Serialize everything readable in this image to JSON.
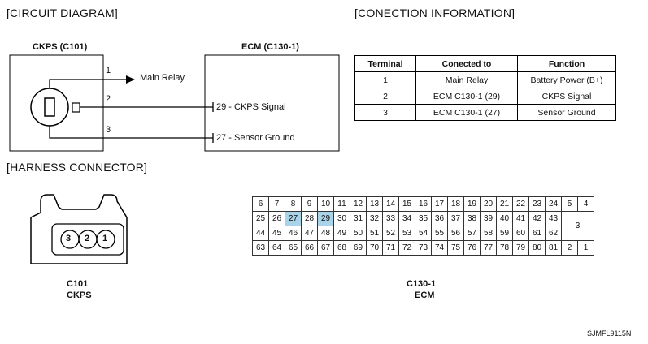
{
  "headers": {
    "circuit": "[CIRCUIT DIAGRAM]",
    "connection": "[CONECTION INFORMATION]",
    "harness": "[HARNESS CONNECTOR]"
  },
  "circuit": {
    "ckps_label": "CKPS (C101)",
    "ecm_label": "ECM (C130-1)",
    "pin1": "1",
    "pin2": "2",
    "pin3": "3",
    "main_relay": "Main Relay",
    "ecm_pin1": "29 - CKPS Signal",
    "ecm_pin2": "27 - Sensor Ground"
  },
  "conn_table": {
    "headers": [
      "Terminal",
      "Conected to",
      "Function"
    ],
    "rows": [
      [
        "1",
        "Main Relay",
        "Battery Power (B+)"
      ],
      [
        "2",
        "ECM C130-1 (29)",
        "CKPS Signal"
      ],
      [
        "3",
        "ECM C130-1 (27)",
        "Sensor Ground"
      ]
    ]
  },
  "c101": {
    "pins": [
      "3",
      "2",
      "1"
    ],
    "caption1": "C101",
    "caption2": "CKPS"
  },
  "ecm_connector": {
    "row1": [
      "6",
      "7",
      "8",
      "9",
      "10",
      "11",
      "12",
      "13",
      "14",
      "15",
      "16",
      "17",
      "18",
      "19",
      "20",
      "21",
      "22",
      "23",
      "24",
      "5",
      "4"
    ],
    "row2": [
      "25",
      "26",
      "27",
      "28",
      "29",
      "30",
      "31",
      "32",
      "33",
      "34",
      "35",
      "36",
      "37",
      "38",
      "39",
      "40",
      "41",
      "42",
      "43"
    ],
    "row3": [
      "44",
      "45",
      "46",
      "47",
      "48",
      "49",
      "50",
      "51",
      "52",
      "53",
      "54",
      "55",
      "56",
      "57",
      "58",
      "59",
      "60",
      "61",
      "62"
    ],
    "row4": [
      "63",
      "64",
      "65",
      "66",
      "67",
      "68",
      "69",
      "70",
      "71",
      "72",
      "73",
      "74",
      "75",
      "76",
      "77",
      "78",
      "79",
      "80",
      "81",
      "2",
      "1"
    ],
    "merged": "3",
    "highlighted": [
      "27",
      "29"
    ],
    "highlight_color": "#a9d3e8",
    "caption1": "C130-1",
    "caption2": "ECM"
  },
  "figure_id": "SJMFL9115N"
}
